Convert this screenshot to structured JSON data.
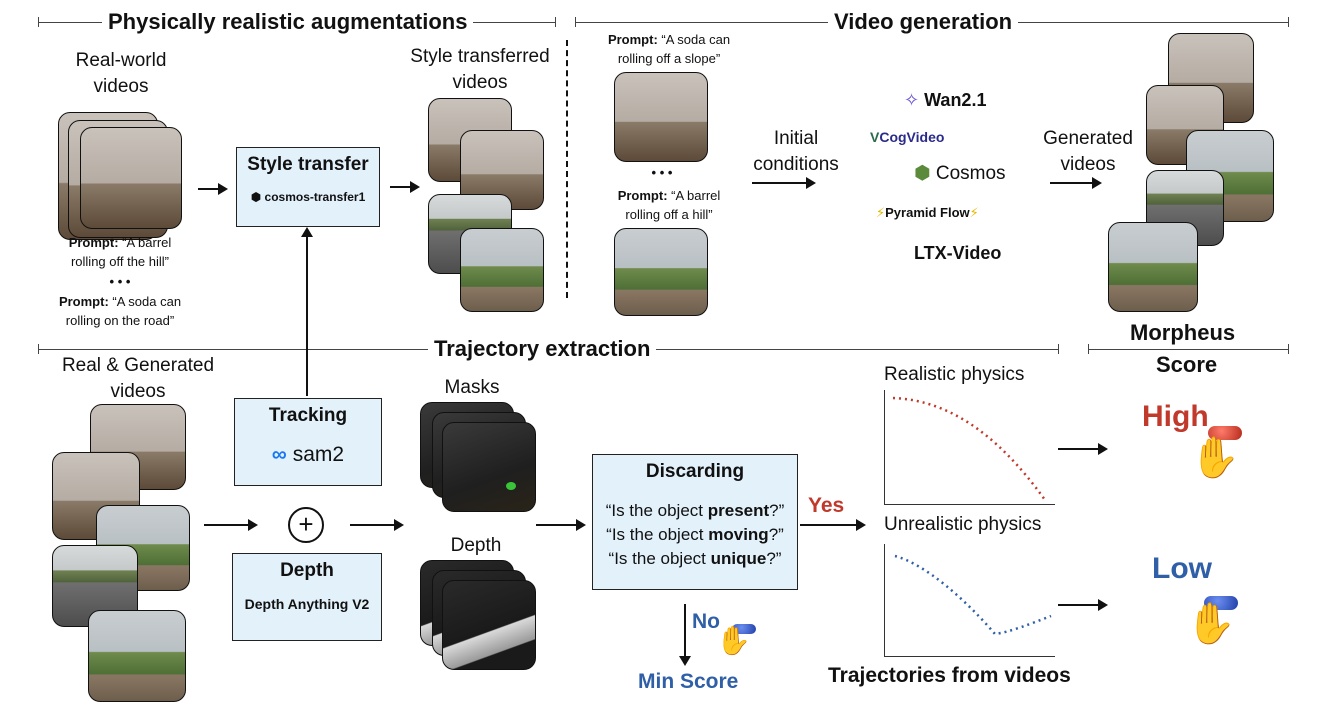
{
  "sections": {
    "augment": "Physically realistic augmentations",
    "videogen": "Video generation",
    "trajectory": "Trajectory extraction",
    "score_line1": "Morpheus",
    "score_line2": "Score"
  },
  "augment": {
    "real_label_1": "Real-world",
    "real_label_2": "videos",
    "prompt1_key": "Prompt:",
    "prompt1_text1": " “A barrel",
    "prompt1_text2": "rolling off the hill”",
    "ellipsis": "• • •",
    "prompt2_key": "Prompt:",
    "prompt2_text1": " “A soda can",
    "prompt2_text2": "rolling on the road”",
    "style_box_title": "Style transfer",
    "style_box_sub": "cosmos-transfer1",
    "styled_label_1": "Style transferred",
    "styled_label_2": "videos"
  },
  "videogen": {
    "p1_key": "Prompt:",
    "p1_text1": " “A soda can",
    "p1_text2": "rolling off a slope”",
    "ellipsis": "• • •",
    "p2_key": "Prompt:",
    "p2_text1": " “A barrel",
    "p2_text2": "rolling off a hill”",
    "init_1": "Initial",
    "init_2": "conditions",
    "models": [
      "Wan2.1",
      "CogVideo",
      "Cosmos",
      "Pyramid Flow",
      "LTX-Video"
    ],
    "gen_1": "Generated",
    "gen_2": "videos"
  },
  "trajectory": {
    "rg_label_1": "Real & Generated",
    "rg_label_2": "videos",
    "tracking_title": "Tracking",
    "tracking_sub": "sam2",
    "plus": "+",
    "depth_title": "Depth",
    "depth_sub": "Depth Anything V2",
    "masks_label": "Masks",
    "depth_label": "Depth",
    "discard_title": "Discarding",
    "q1_a": "“Is the object ",
    "q1_b": "present",
    "q1_c": "?”",
    "q2_a": "“Is the object ",
    "q2_b": "moving",
    "q2_c": "?”",
    "q3_a": "“Is the object ",
    "q3_b": "unique",
    "q3_c": "?”",
    "yes": "Yes",
    "no": "No",
    "min_score": "Min Score",
    "realistic": "Realistic physics",
    "unrealistic": "Unrealistic physics",
    "traj_label": "Trajectories from videos",
    "high": "High",
    "low": "Low"
  },
  "colors": {
    "high_red": "#c0392b",
    "low_blue": "#2f5fa7",
    "box_fill": "#e3f1fb"
  }
}
